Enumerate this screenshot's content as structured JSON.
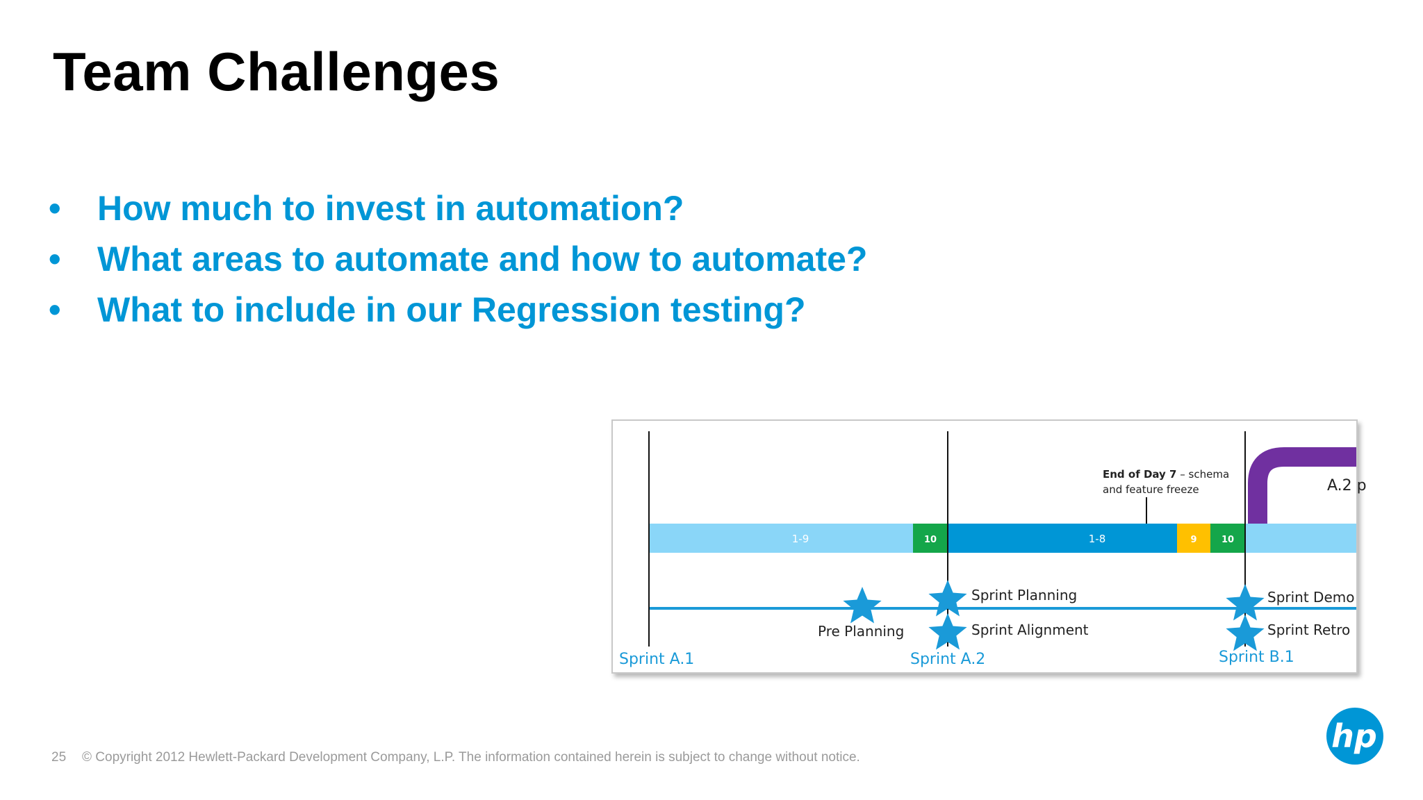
{
  "slide": {
    "title": "Team Challenges",
    "bullets": [
      "How much to invest in automation?",
      "What areas to automate and how to automate?",
      "What to include in our Regression testing?"
    ],
    "bullet_marker": "•"
  },
  "diagram": {
    "annotation_bold": "End of Day 7",
    "annotation_rest": " – schema",
    "annotation_line2": "and feature freeze",
    "segments": {
      "a1_days": "1-9",
      "a1_day10": "10",
      "a2_days": "1-8",
      "a2_day9": "9",
      "a2_day10": "10"
    },
    "next_phase_label": "A.2 p",
    "milestones": {
      "pre_planning": "Pre Planning",
      "sprint_planning": "Sprint Planning",
      "sprint_alignment": "Sprint Alignment",
      "sprint_demo": "Sprint Demo",
      "sprint_retro": "Sprint Retro"
    },
    "sprints": {
      "a1": "Sprint A.1",
      "a2": "Sprint A.2",
      "b1": "Sprint B.1"
    },
    "colors": {
      "light_blue": "#8ad6f8",
      "dark_blue": "#0096d6",
      "green": "#14a64a",
      "yellow": "#ffc000",
      "purple": "#7030a0",
      "star_blue": "#1a9ad8"
    }
  },
  "footer": {
    "page_number": "25",
    "copyright": "© Copyright 2012 Hewlett-Packard Development Company, L.P.  The information contained herein is subject to change without notice."
  },
  "logo": {
    "text": "hp",
    "icon": "hp-logo-icon",
    "color": "#0096d6"
  }
}
